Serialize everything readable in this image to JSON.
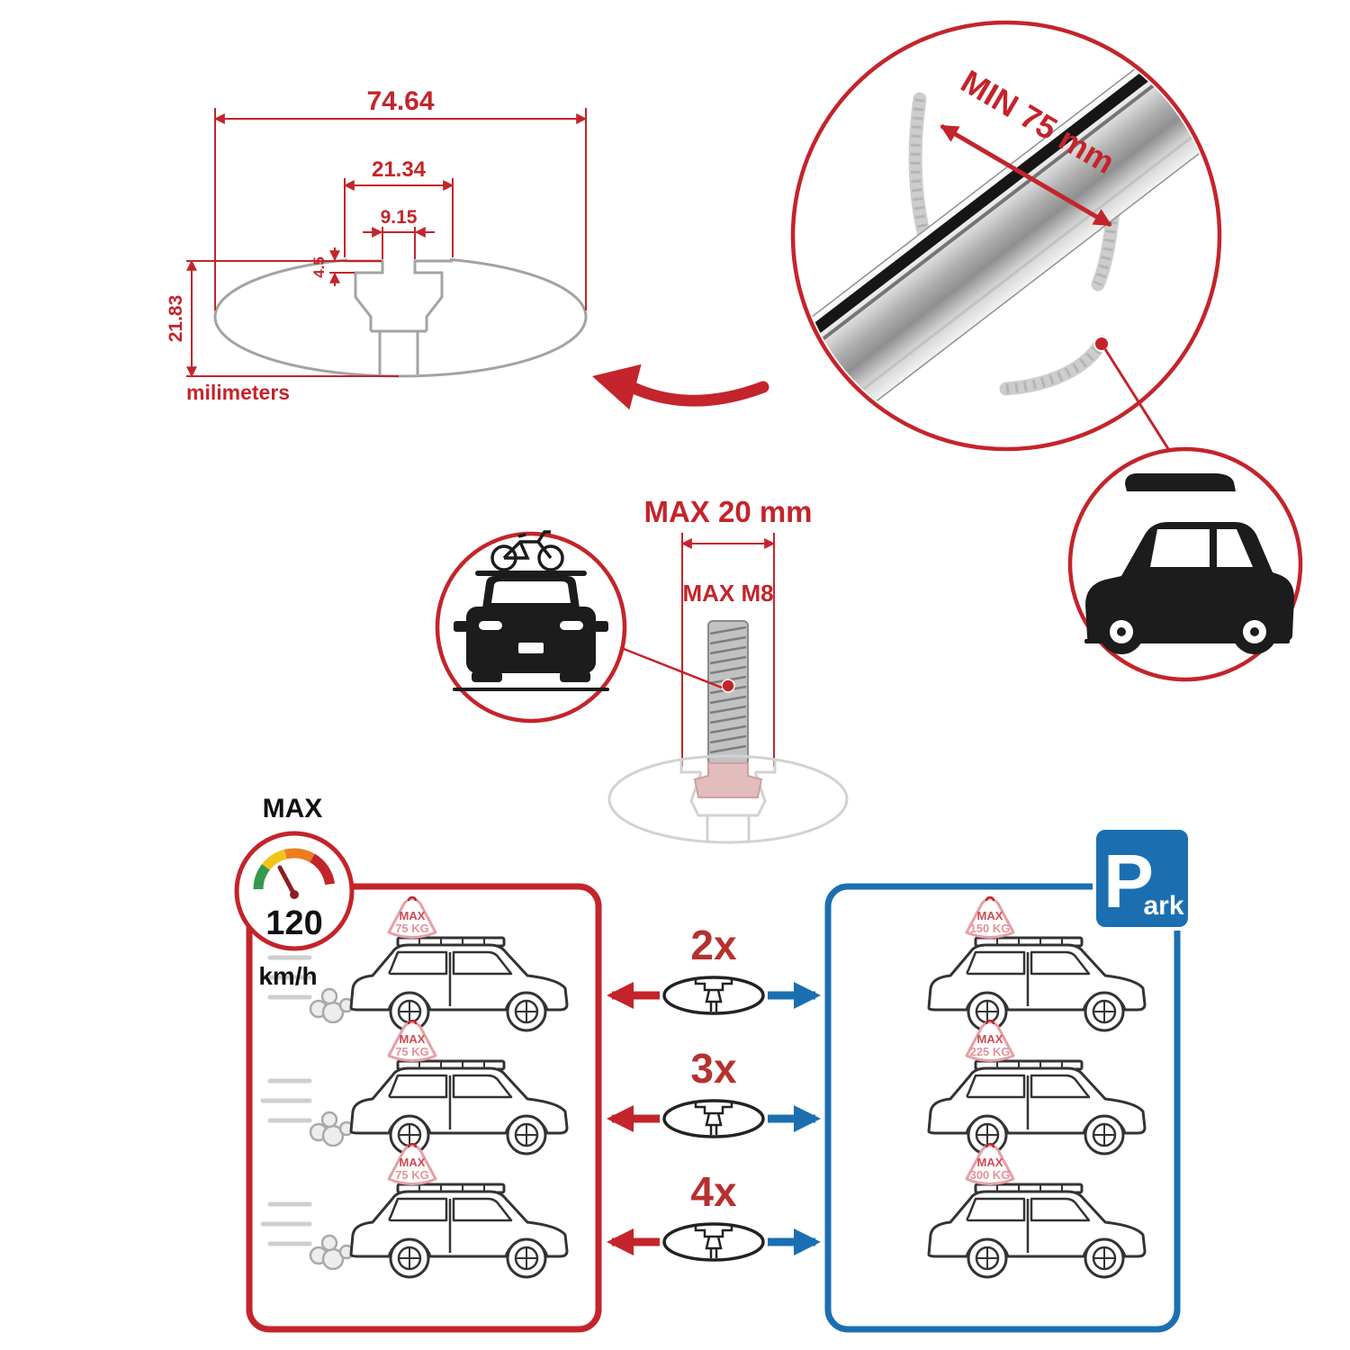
{
  "colors": {
    "red": "#c4242b",
    "blue": "#1b6fb0",
    "gray": "#a3a3a3",
    "dark": "#1c1c1c"
  },
  "cross_section": {
    "total_width": "74.64",
    "channel_width": "21.34",
    "slot_width": "9.15",
    "lip_depth": "4.5",
    "total_height": "21.83",
    "units": "milimeters"
  },
  "bar_circle": {
    "min_span": "MIN 75 mm"
  },
  "bolt": {
    "max_width": "MAX 20 mm",
    "thread": "MAX M8"
  },
  "speed_limit": {
    "label": "MAX",
    "value": "120",
    "units": "km/h"
  },
  "parking_sign": {
    "letter": "P",
    "suffix": "ark"
  },
  "driving_cars": [
    {
      "badge_line1": "MAX",
      "badge_line2": "75 KG"
    },
    {
      "badge_line1": "MAX",
      "badge_line2": "75 KG"
    },
    {
      "badge_line1": "MAX",
      "badge_line2": "75 KG"
    }
  ],
  "parked_cars": [
    {
      "badge_line1": "MAX",
      "badge_line2": "150 KG"
    },
    {
      "badge_line1": "MAX",
      "badge_line2": "225 KG"
    },
    {
      "badge_line1": "MAX",
      "badge_line2": "300 KG"
    }
  ],
  "bar_quantities": [
    {
      "label": "2x"
    },
    {
      "label": "3x"
    },
    {
      "label": "4x"
    }
  ],
  "icons": {
    "gauge": "speed-gauge-icon",
    "parking": "parking-sign-icon",
    "bicycle": "bicycle-icon",
    "car_front": "car-front-icon",
    "suv_roofbox": "suv-roofbox-icon",
    "crossbar_profile": "crossbar-profile-icon"
  }
}
